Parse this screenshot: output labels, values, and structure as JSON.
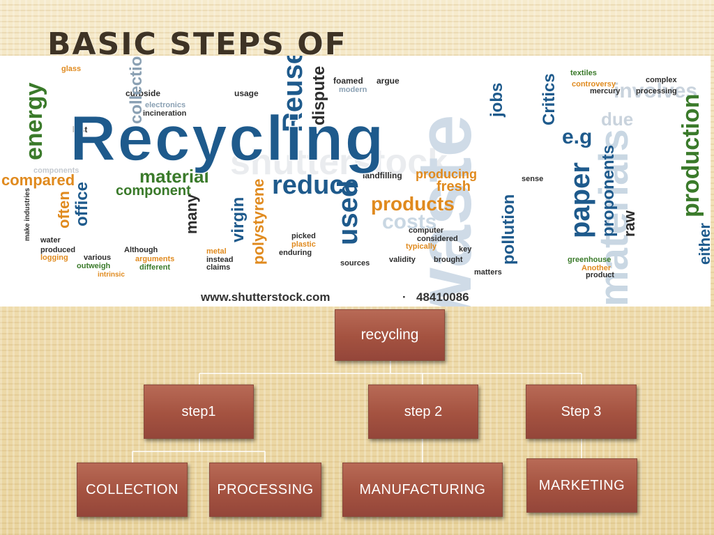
{
  "slide": {
    "title": "BASIC STEPS OF"
  },
  "word_cloud": {
    "headline": "Recycling",
    "watermark": "shutterstock",
    "credit_site": "www.shutterstock.com",
    "credit_id": "48410086",
    "words": {
      "reuse": "Reuse",
      "energy": "energy",
      "material": "material",
      "reduce": "reduce",
      "products": "products",
      "used": "used",
      "paper": "paper",
      "waste": "waste",
      "materials": "materials",
      "production": "production",
      "compared": "compared",
      "component": "component",
      "collection": "collection",
      "dispute": "dispute",
      "jobs": "jobs",
      "critics": "Critics",
      "eg": "e.g",
      "office": "office",
      "often": "often",
      "virgin": "virgin",
      "polystyrene": "polystyrene",
      "pollution": "pollution",
      "many": "many",
      "fresh": "fresh",
      "costs": "costs",
      "producing": "producing",
      "due": "due",
      "involves": "involves",
      "either": "either",
      "raw": "raw",
      "proponents": "proponents",
      "textiles": "textiles",
      "complex": "complex",
      "controversy": "controversy",
      "mercury": "mercury",
      "processing": "processing",
      "foamed": "foamed",
      "argue": "argue",
      "modern": "modern",
      "curbside": "curbside",
      "usage": "usage",
      "electronics": "electronics",
      "incineration": "incineration",
      "lost": "lost",
      "components": "components",
      "landfilling": "landfilling",
      "sources": "sources",
      "validity": "validity",
      "brought": "brought",
      "matters": "matters",
      "greenhouse": "greenhouse",
      "another": "Another",
      "product": "product",
      "typically": "typically",
      "considered": "considered",
      "computer": "computer",
      "picked": "picked",
      "plastic": "plastic",
      "enduring": "enduring",
      "key": "key",
      "metal": "metal",
      "instead": "instead",
      "claims": "claims",
      "different": "different",
      "although": "Although",
      "various": "various",
      "outweigh": "outweigh",
      "produced": "produced",
      "water": "water",
      "intrinsic": "intrinsic",
      "make_industries": "make industries",
      "logging": "logging",
      "arguments": "arguments",
      "glass": "glass",
      "sense": "sense"
    }
  },
  "org_chart": {
    "root": "recycling",
    "steps": [
      {
        "label": "step1",
        "children": [
          "COLLECTION",
          "PROCESSING"
        ]
      },
      {
        "label": "step 2",
        "children": [
          "MANUFACTURING"
        ]
      },
      {
        "label": "Step 3",
        "children": [
          "MARKETING"
        ]
      }
    ]
  },
  "colors": {
    "box_fill": "#a45240",
    "box_text": "#ffffff",
    "connector": "#ffffff",
    "title_text": "#3e3325",
    "cloud_blue": "#1e5a8c",
    "cloud_green": "#3a7a2a",
    "cloud_orange": "#e08a1e"
  }
}
